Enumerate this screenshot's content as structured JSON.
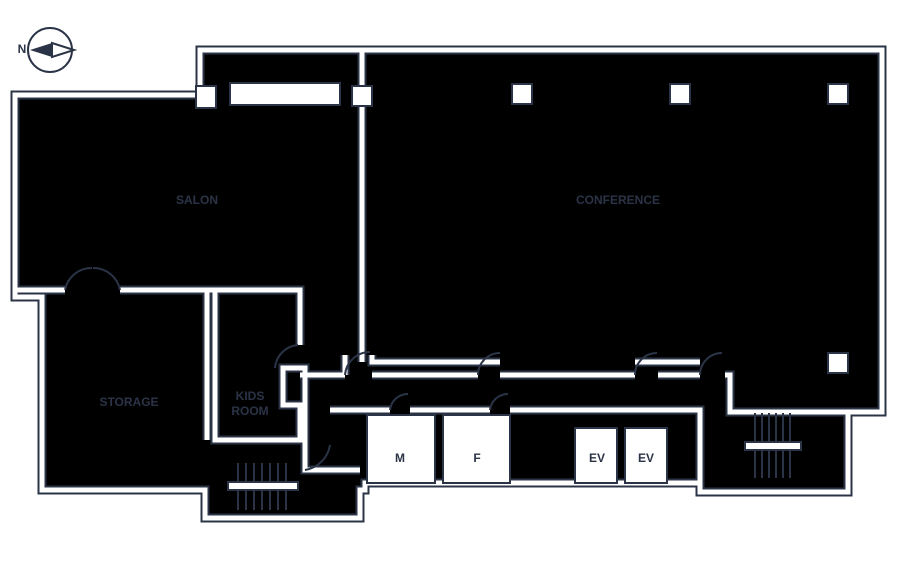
{
  "title": "Floor plan",
  "compass": {
    "label": "N",
    "icon": "north-arrow-icon"
  },
  "rooms": {
    "salon": "SALON",
    "conference": "CONFERENCE",
    "storage": "STORAGE",
    "kids_line1": "KIDS",
    "kids_line2": "ROOM",
    "men": "M",
    "women": "F",
    "elevator1": "EV",
    "elevator2": "EV"
  },
  "colors": {
    "ink": "#2b3447",
    "background": "#ffffff"
  }
}
